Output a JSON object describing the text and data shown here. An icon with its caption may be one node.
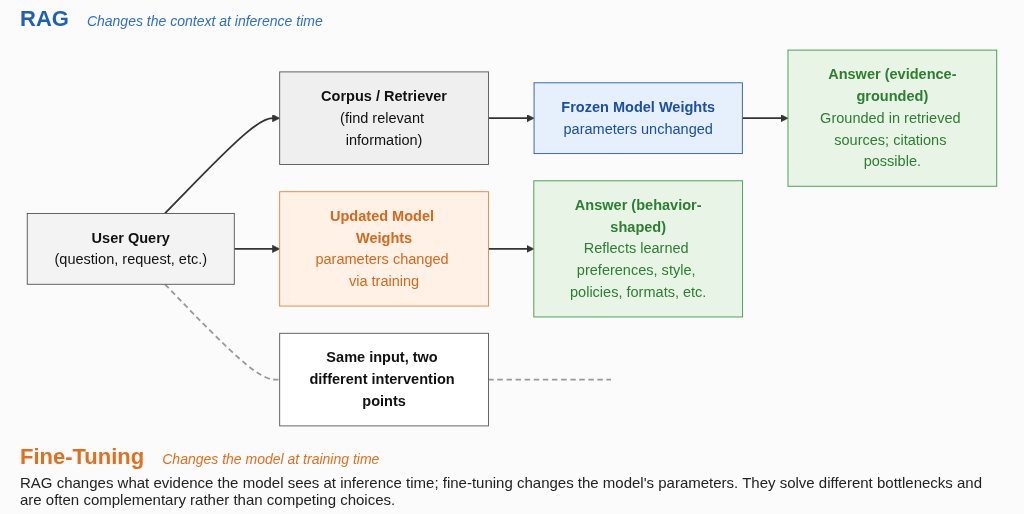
{
  "diagram": {
    "caption": "RAG changes what evidence the model sees at inference time; fine-tuning changes the model's parameters. They solve different bottlenecks and are often complementary rather than competing choices.",
    "nodes": [
      {
        "text": [
          "User Query",
          "(question, request, etc.)"
        ]
      },
      {
        "text": [
          "Corpus / Retriever",
          "(find relevant information)"
        ]
      },
      {
        "text": [
          "Frozen Model Weights",
          "parameters unchanged"
        ]
      },
      {
        "text": [
          "Answer (evidence-grounded)",
          "Grounded in retrieved sources; citations possible."
        ]
      },
      {
        "text": [
          "Same input, two different intervention points"
        ]
      },
      {
        "text": [
          "Updated Model Weights",
          "parameters changed via training"
        ]
      },
      {
        "text": [
          "Answer (behavior-shaped)",
          "Reflects learned preferences, style, policies, formats, etc."
        ]
      }
    ],
    "edges": [
      {
        "from": 0,
        "to": 1,
        "arrow": "to"
      },
      {
        "from": 1,
        "to": 2,
        "arrow": "to"
      },
      {
        "from": 2,
        "to": 3,
        "arrow": "to"
      },
      {
        "from": 0,
        "to": 4,
        "arrow": "none",
        "style": "dashed",
        "color": "#999999"
      },
      {
        "from": 4,
        "to": null,
        "arrow": "none",
        "style": "dashed",
        "color": "#999999"
      },
      {
        "from": 0,
        "to": 5,
        "arrow": "to"
      },
      {
        "from": 5,
        "to": 6,
        "arrow": "to"
      }
    ],
    "labels": [
      "RAG",
      "Changes the context at inference time",
      "Fine-Tuning",
      "Changes the model at training time"
    ]
  }
}
